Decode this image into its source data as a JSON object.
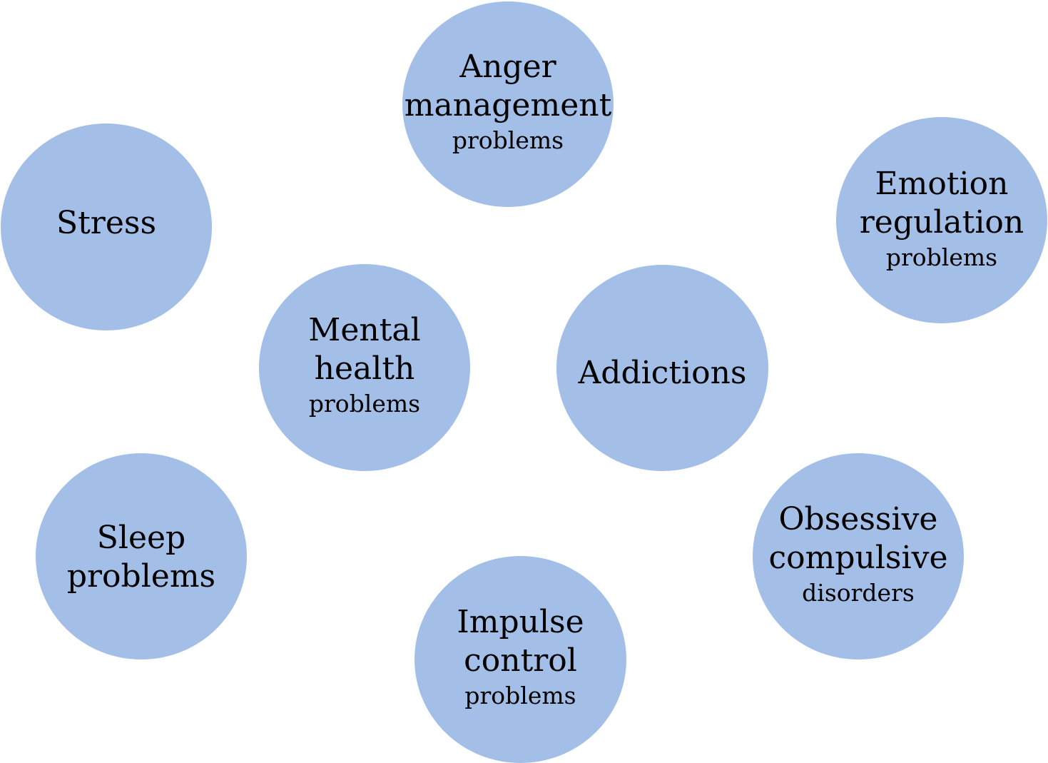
{
  "diagram": {
    "fill_color": "#a3bfe7",
    "text_color": "#000000",
    "nodes": {
      "anger": {
        "line1": "Anger",
        "line2": "management",
        "line3": "problems"
      },
      "stress": {
        "line1": "Stress"
      },
      "emotion": {
        "line1": "Emotion",
        "line2": "regulation",
        "line3": "problems"
      },
      "mental": {
        "line1": "Mental",
        "line2": "health",
        "line3": "problems"
      },
      "addict": {
        "line1": "Addictions"
      },
      "sleep": {
        "line1": "Sleep",
        "line2": "problems"
      },
      "ocd": {
        "line1": "Obsessive",
        "line2": "compulsive",
        "line3": "disorders"
      },
      "impulse": {
        "line1": "Impulse",
        "line2": "control",
        "line3": "problems"
      }
    }
  }
}
